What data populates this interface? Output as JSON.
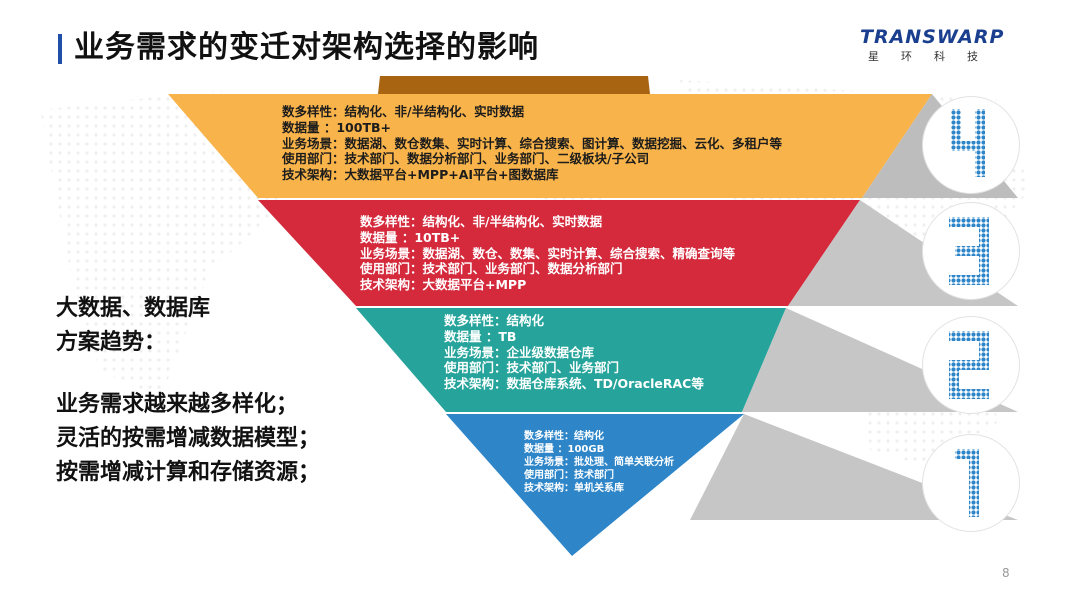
{
  "title": "业务需求的变迁对架构选择的影响",
  "logo": {
    "name": "TRANSWARP",
    "sub": "星环科技"
  },
  "layers": [
    {
      "level": "4",
      "color": "#f8b34a",
      "lines": [
        "数多样性：结构化、非/半结构化、实时数据",
        "数据量 ：100TB+",
        "业务场景：数据湖、数仓数集、实时计算、综合搜索、图计算、数据挖掘、云化、多租户等",
        "使用部门：技术部门、数据分析部门、业务部门、二级板块/子公司",
        "技术架构：大数据平台+MPP+AI平台+图数据库"
      ]
    },
    {
      "level": "3",
      "color": "#d42a3c",
      "lines": [
        "数多样性：结构化、非/半结构化、实时数据",
        "数据量 ：10TB+",
        "业务场景：数据湖、数仓、数集、实时计算、综合搜索、精确查询等",
        "使用部门：技术部门、业务部门、数据分析部门",
        "技术架构：大数据平台+MPP"
      ]
    },
    {
      "level": "2",
      "color": "#26a49b",
      "lines": [
        "数多样性：结构化",
        "数据量 ：TB",
        "业务场景：企业级数据仓库",
        "使用部门：技术部门、业务部门",
        "技术架构：数据仓库系统、TD/OracleRAC等"
      ]
    },
    {
      "level": "1",
      "color": "#2e86c9",
      "lines": [
        "数多样性：结构化",
        "数据量 ：100GB",
        "业务场景：批处理、简单关联分析",
        "使用部门：技术部门",
        "技术架构：单机关系库"
      ]
    }
  ],
  "side_heading": [
    "大数据、数据库",
    "方案趋势："
  ],
  "side_points": [
    "业务需求越来越多样化；",
    "灵活的按需增减数据模型；",
    "按需增减计算和存储资源；"
  ],
  "page_number": "8"
}
